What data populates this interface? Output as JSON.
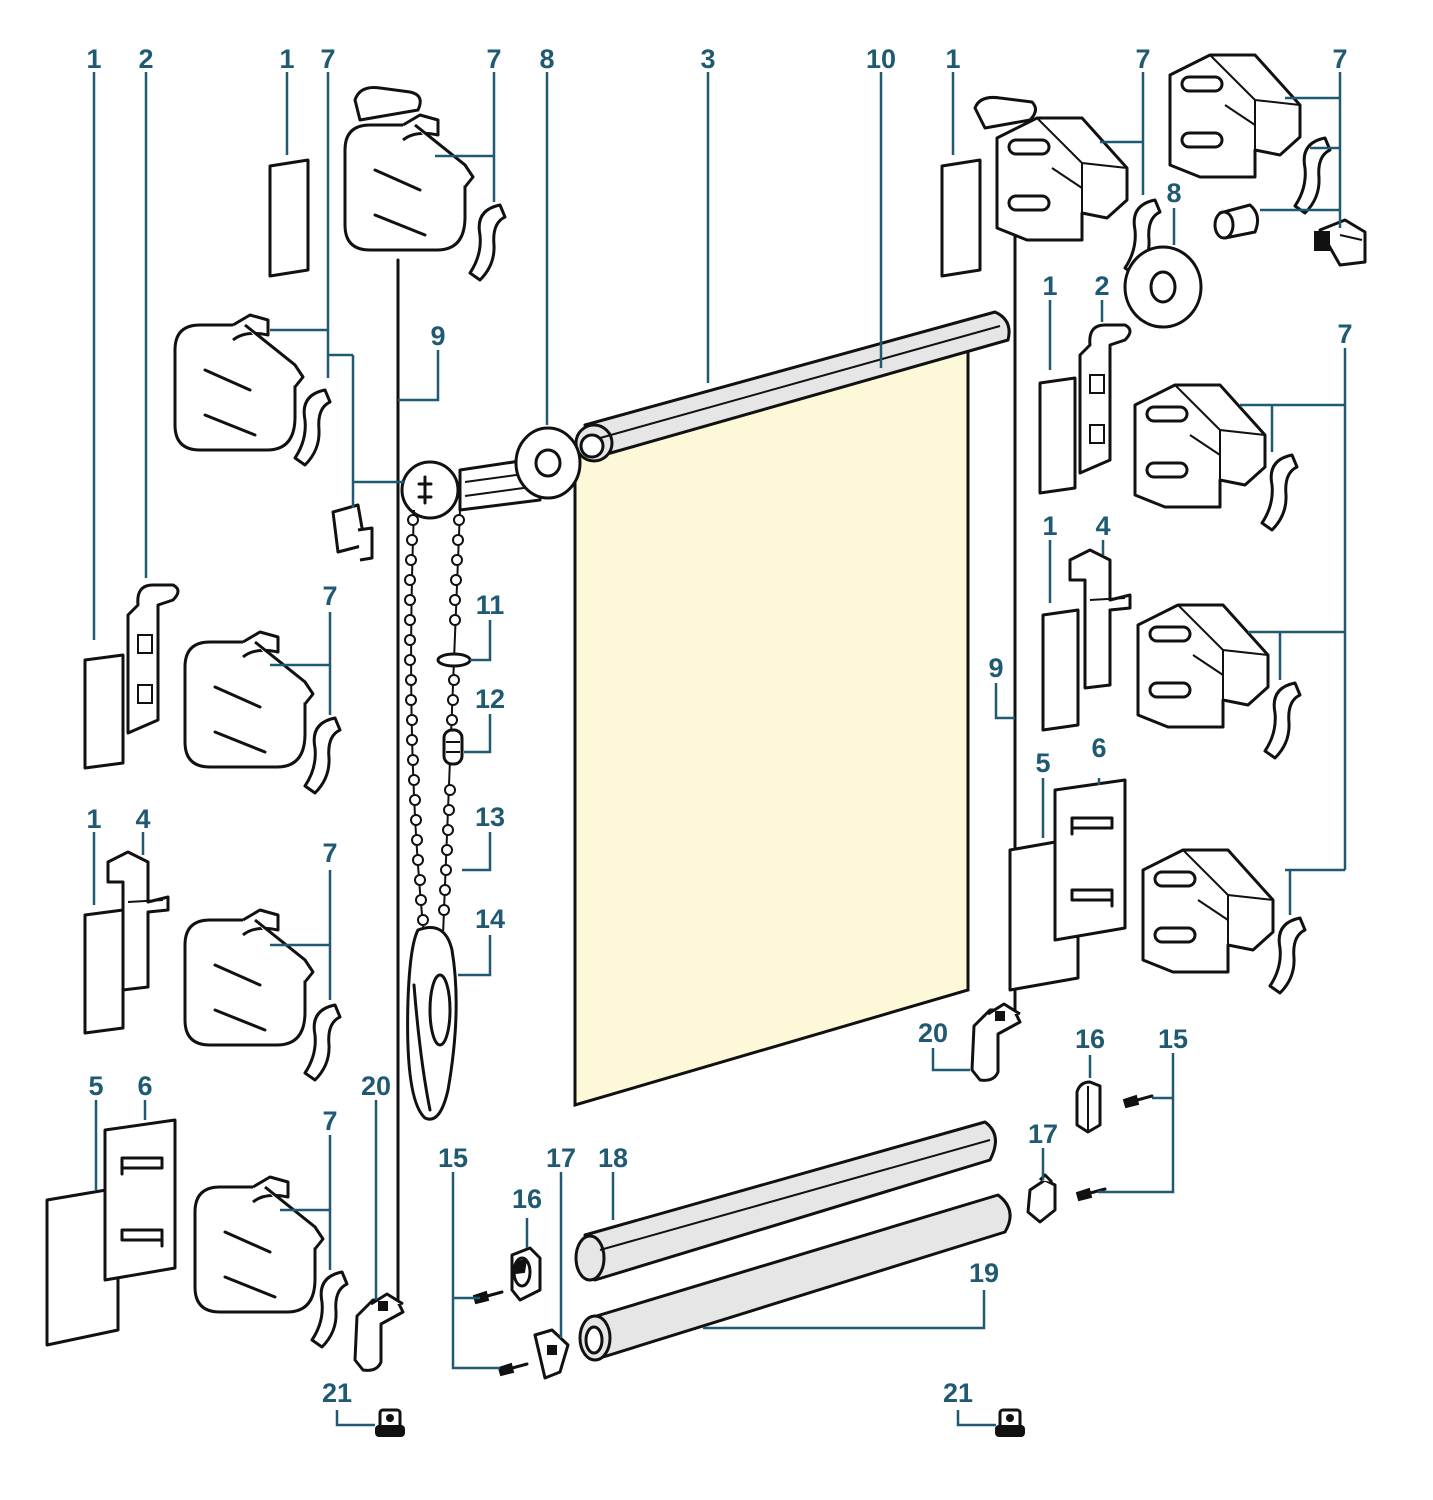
{
  "colors": {
    "fabric": "#fdf9d8",
    "label": "#1f5a72",
    "outline": "#111111",
    "tube": "#e6e6e6"
  },
  "labels": [
    "1",
    "2",
    "1",
    "7",
    "7",
    "8",
    "3",
    "10",
    "1",
    "7",
    "7",
    "8",
    "9",
    "1",
    "2",
    "7",
    "7",
    "1",
    "4",
    "11",
    "12",
    "9",
    "5",
    "6",
    "1",
    "4",
    "7",
    "13",
    "14",
    "20",
    "16",
    "15",
    "5",
    "6",
    "20",
    "7",
    "15",
    "17",
    "18",
    "16",
    "17",
    "19",
    "21",
    "21"
  ]
}
